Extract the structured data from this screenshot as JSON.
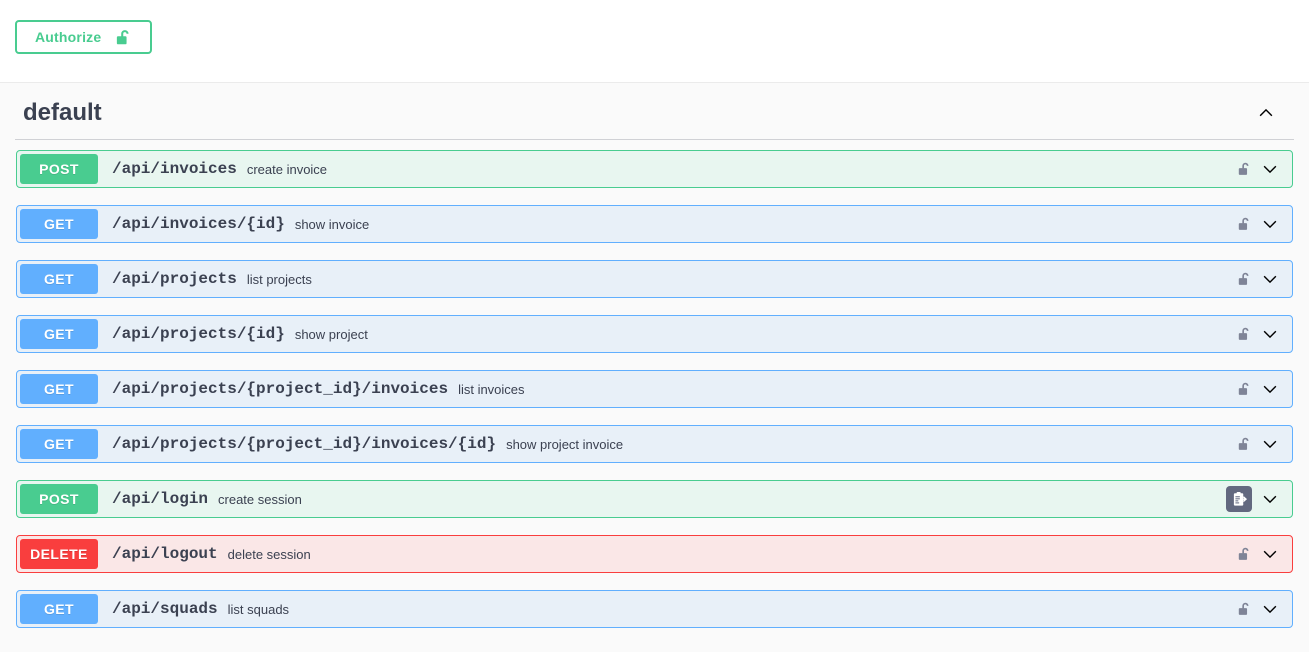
{
  "topbar": {
    "authorize_label": "Authorize",
    "authorize_icon": "lock-open-icon",
    "accent_color": "#49cc90"
  },
  "tag_section": {
    "title": "default",
    "expanded": true,
    "collapse_icon": "chevron-up-icon"
  },
  "colors": {
    "get": "#61affe",
    "post": "#49cc90",
    "delete": "#f93e3e",
    "get_bg": "#e8f0f8",
    "post_bg": "#e8f6f0",
    "delete_bg": "#fae7e7",
    "text": "#3b4151",
    "page_bg": "#fafafa",
    "auth_button_bg": "#62687f"
  },
  "operations": [
    {
      "method": "POST",
      "method_class": "post",
      "path": "/api/invoices",
      "summary": "create invoice",
      "auth_icon": "lock-open-icon",
      "auth_icon_style": "outline",
      "expand_icon": "chevron-down-icon"
    },
    {
      "method": "GET",
      "method_class": "get",
      "path": "/api/invoices/{id}",
      "summary": "show invoice",
      "auth_icon": "lock-open-icon",
      "auth_icon_style": "outline",
      "expand_icon": "chevron-down-icon"
    },
    {
      "method": "GET",
      "method_class": "get",
      "path": "/api/projects",
      "summary": "list projects",
      "auth_icon": "lock-open-icon",
      "auth_icon_style": "outline",
      "expand_icon": "chevron-down-icon"
    },
    {
      "method": "GET",
      "method_class": "get",
      "path": "/api/projects/{id}",
      "summary": "show project",
      "auth_icon": "lock-open-icon",
      "auth_icon_style": "outline",
      "expand_icon": "chevron-down-icon"
    },
    {
      "method": "GET",
      "method_class": "get",
      "path": "/api/projects/{project_id}/invoices",
      "summary": "list invoices",
      "auth_icon": "lock-open-icon",
      "auth_icon_style": "outline",
      "expand_icon": "chevron-down-icon"
    },
    {
      "method": "GET",
      "method_class": "get",
      "path": "/api/projects/{project_id}/invoices/{id}",
      "summary": "show project invoice",
      "auth_icon": "lock-open-icon",
      "auth_icon_style": "outline",
      "expand_icon": "chevron-down-icon"
    },
    {
      "method": "POST",
      "method_class": "post",
      "path": "/api/login",
      "summary": "create session",
      "auth_icon": "authorization-clipboard-icon",
      "auth_icon_style": "filled",
      "expand_icon": "chevron-down-icon"
    },
    {
      "method": "DELETE",
      "method_class": "delete",
      "path": "/api/logout",
      "summary": "delete session",
      "auth_icon": "lock-open-icon",
      "auth_icon_style": "outline",
      "expand_icon": "chevron-down-icon"
    },
    {
      "method": "GET",
      "method_class": "get",
      "path": "/api/squads",
      "summary": "list squads",
      "auth_icon": "lock-open-icon",
      "auth_icon_style": "outline",
      "expand_icon": "chevron-down-icon"
    }
  ]
}
